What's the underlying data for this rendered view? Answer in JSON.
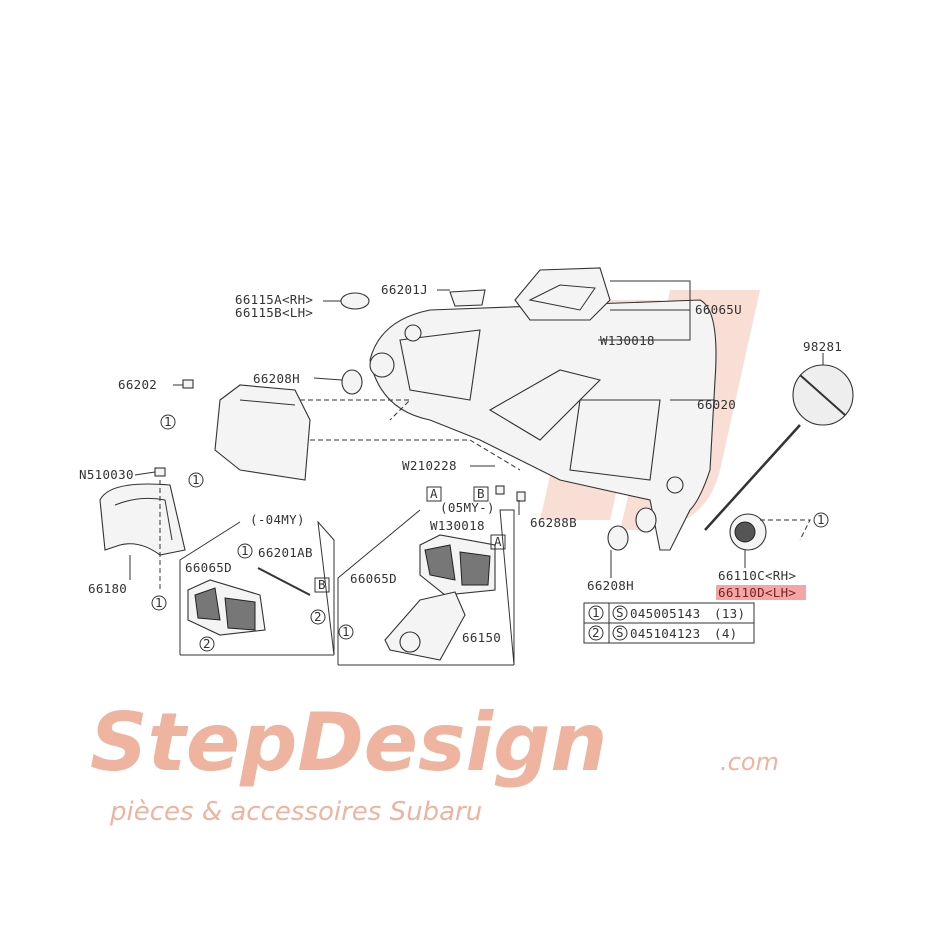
{
  "watermark": {
    "brand": "StepDesign",
    "tagline": "pièces & accessoires Subaru",
    "suffix": ".com",
    "color": "#f3c2b0"
  },
  "highlight_color": "#f4a6a6",
  "labels": {
    "p66115": "66115A<RH>",
    "p66115b": "66115B<LH>",
    "p66201J": "66201J",
    "p66065U": "66065U",
    "pW130018a": "W130018",
    "p98281": "98281",
    "p66202": "66202",
    "p66208H_top": "66208H",
    "p66020": "66020",
    "pN510030": "N510030",
    "pW210228": "W210228",
    "p66288B": "66288B",
    "p66180": "66180",
    "p66208H_bottom": "66208H",
    "p66110C": "66110C<RH>",
    "p66110D": "66110D<LH>",
    "box04": "(-04MY)",
    "p66201AB": "66201AB",
    "p66065D_a": "66065D",
    "box05": "(05MY-)",
    "pW130018b": "W130018",
    "p66065D_b": "66065D",
    "p66150": "66150",
    "refA1": "A",
    "refA2": "A",
    "refB1": "B",
    "refB2": "B"
  },
  "callouts": {
    "one": "1",
    "two": "2"
  },
  "fastener_table": [
    {
      "ref": "1",
      "mark": "S",
      "part": "045005143",
      "qty": "(13)"
    },
    {
      "ref": "2",
      "mark": "S",
      "part": "045104123",
      "qty": "(4)"
    }
  ]
}
